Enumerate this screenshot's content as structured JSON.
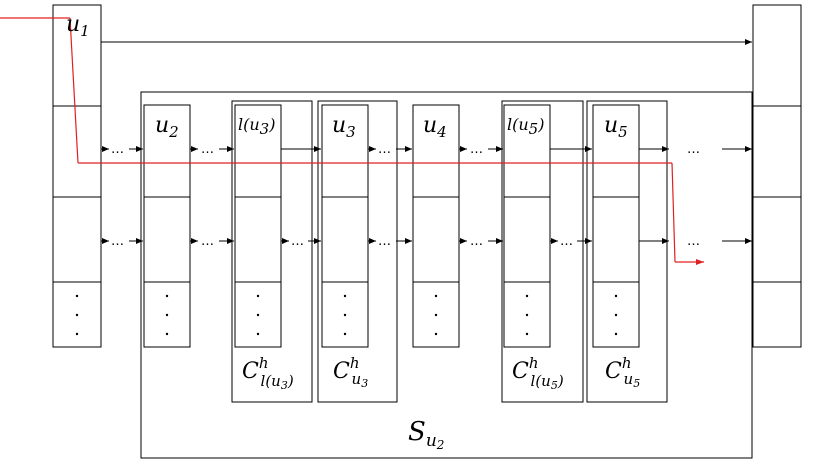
{
  "labels": {
    "u1": "u",
    "u1_sub": "1",
    "u2": "u",
    "u2_sub": "2",
    "l_u3": "l(u",
    "l_u3_sub": "3",
    "l_u3_close": ")",
    "u3": "u",
    "u3_sub": "3",
    "u4": "u",
    "u4_sub": "4",
    "l_u5": "l(u",
    "l_u5_sub": "5",
    "l_u5_close": ")",
    "u5": "u",
    "u5_sub": "5"
  },
  "captions": {
    "c_lu3_main": "C",
    "c_lu3_sup": "h",
    "c_lu3_sub": "l(u",
    "c_lu3_sub2": "3",
    "c_lu3_close": ")",
    "c_u3_main": "C",
    "c_u3_sup": "h",
    "c_u3_sub": "u",
    "c_u3_sub2": "3",
    "c_lu5_main": "C",
    "c_lu5_sup": "h",
    "c_lu5_sub": "l(u",
    "c_lu5_sub2": "5",
    "c_lu5_close": ")",
    "c_u5_main": "C",
    "c_u5_sup": "h",
    "c_u5_sub": "u",
    "c_u5_sub2": "5"
  },
  "set_label": {
    "main": "S",
    "sub": "u",
    "sub2": "2"
  },
  "ellipsis": "…",
  "colors": {
    "path": "#e02020",
    "line": "#000000"
  }
}
